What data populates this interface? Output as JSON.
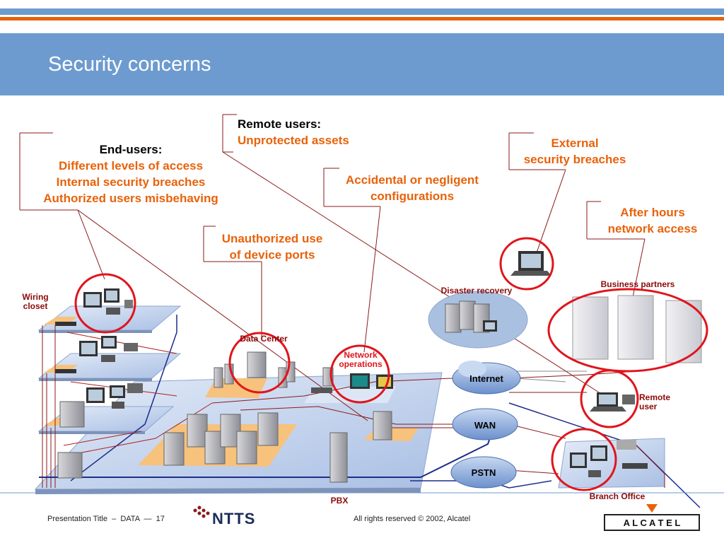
{
  "slide": {
    "title": "Security concerns"
  },
  "callouts": {
    "remote_users": {
      "head": "Remote users:",
      "body": [
        "Unprotected assets"
      ]
    },
    "end_users": {
      "head": "End-users:",
      "body": [
        "Different levels of access",
        "Internal security breaches",
        "Authorized users misbehaving"
      ]
    },
    "accidental": {
      "body": [
        "Accidental or negligent",
        "configurations"
      ]
    },
    "external": {
      "body": [
        "External",
        "security breaches"
      ]
    },
    "after_hours": {
      "body": [
        "After hours",
        "network access"
      ]
    },
    "unauthorized": {
      "body": [
        "Unauthorized use",
        "of device ports"
      ]
    }
  },
  "labels": {
    "wiring_closet": [
      "Wiring",
      "closet"
    ],
    "data_center": "Data Center",
    "network_operations": [
      "Network",
      "operations"
    ],
    "disaster_recovery": "Disaster recovery",
    "business_partners": "Business partners",
    "remote_user": [
      "Remote",
      "user"
    ],
    "branch_office": "Branch Office",
    "pbx": "PBX"
  },
  "clouds": {
    "internet": "Internet",
    "wan": "WAN",
    "pstn": "PSTN"
  },
  "footer": {
    "presentation": "Presentation Title  –  DATA  —  17",
    "logo_ntts": "NTTS",
    "rights": "All rights reserved © 2002, Alcatel",
    "logo_alcatel": "A L C A T E L"
  },
  "colors": {
    "title_bar": "#6d9bcf",
    "accent_orange": "#e8620b",
    "highlight_red": "#e0151d",
    "label_dark_red": "#8b0a0a"
  }
}
